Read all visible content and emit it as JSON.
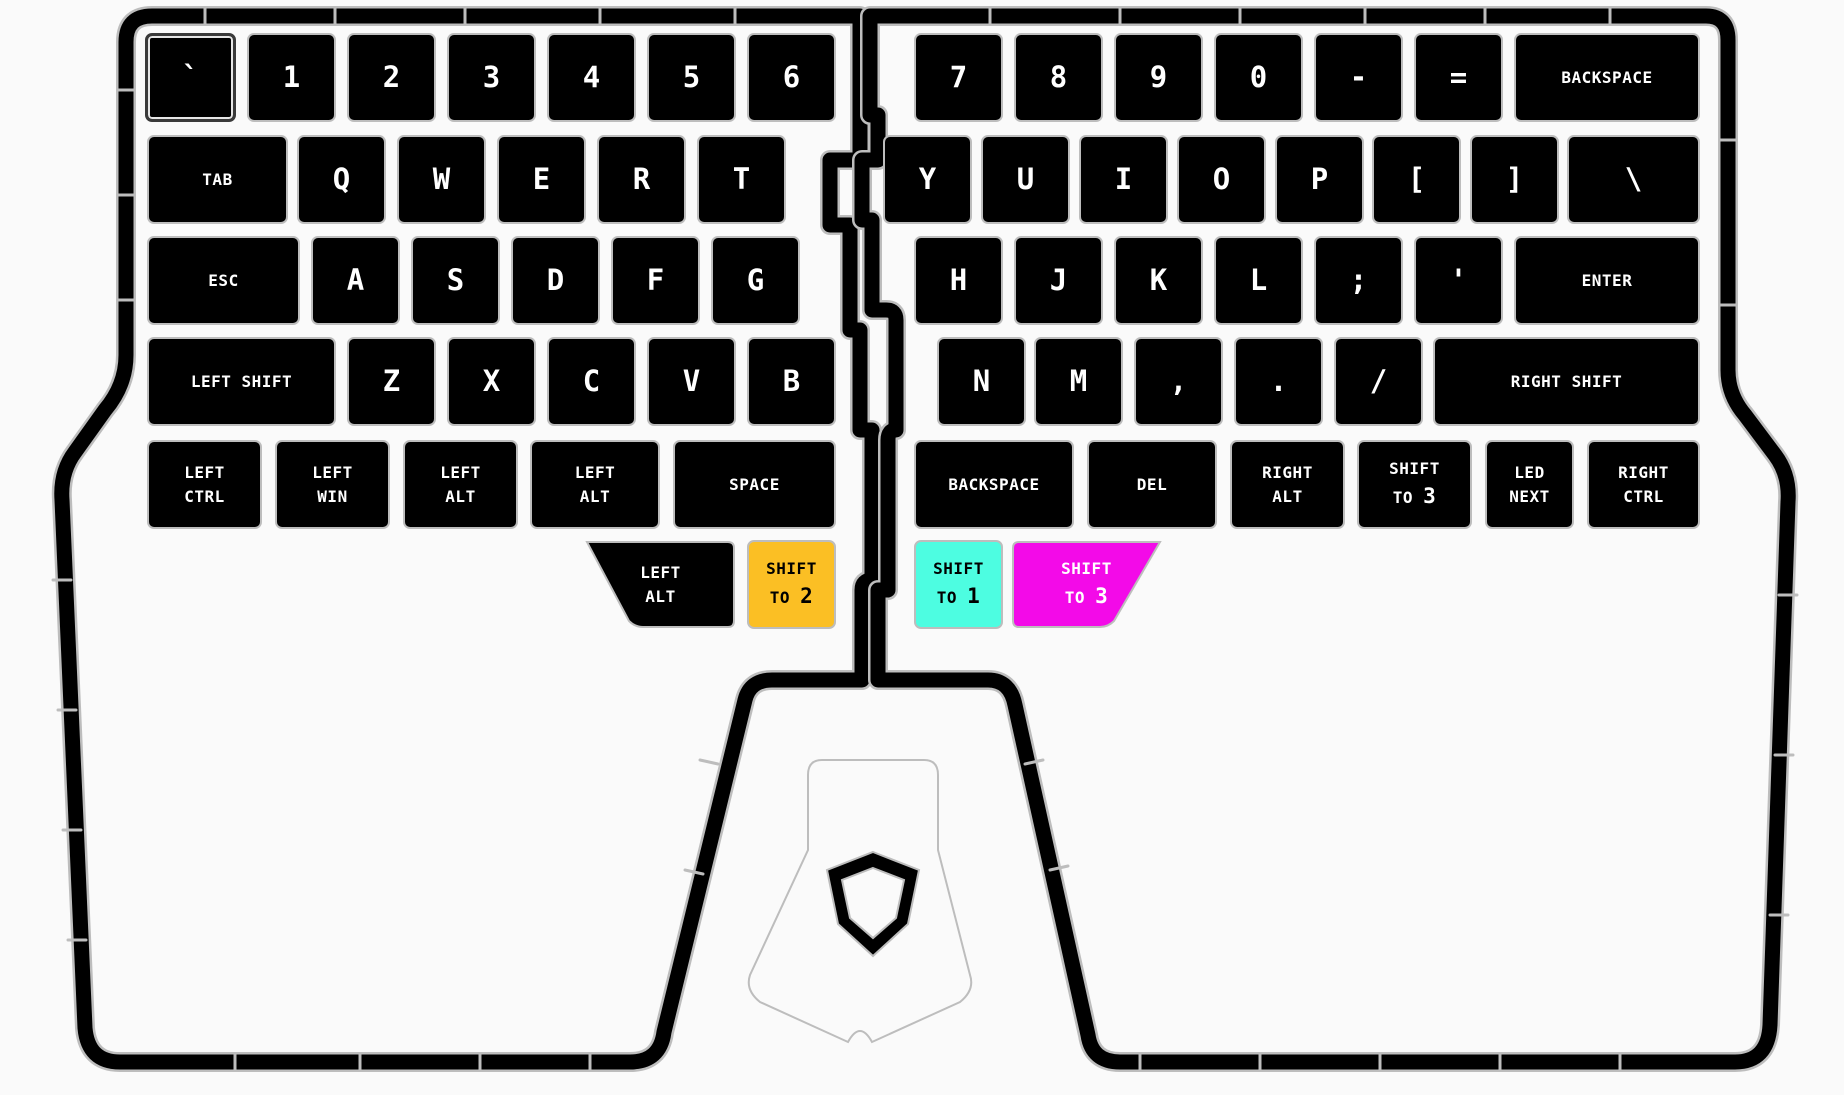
{
  "keyboard": {
    "keys": [
      {
        "id": "key-grave",
        "label": "`",
        "s": "big",
        "pressed": true
      },
      {
        "id": "key-1",
        "label": "1",
        "s": "big"
      },
      {
        "id": "key-2",
        "label": "2",
        "s": "big"
      },
      {
        "id": "key-3",
        "label": "3",
        "s": "big"
      },
      {
        "id": "key-4",
        "label": "4",
        "s": "big"
      },
      {
        "id": "key-5",
        "label": "5",
        "s": "big"
      },
      {
        "id": "key-6",
        "label": "6",
        "s": "big"
      },
      {
        "id": "key-7",
        "label": "7",
        "s": "big"
      },
      {
        "id": "key-8",
        "label": "8",
        "s": "big"
      },
      {
        "id": "key-9",
        "label": "9",
        "s": "big"
      },
      {
        "id": "key-0",
        "label": "0",
        "s": "big"
      },
      {
        "id": "key-minus",
        "label": "-",
        "s": "big"
      },
      {
        "id": "key-equals",
        "label": "=",
        "s": "big"
      },
      {
        "id": "key-backspace-right",
        "label": "BACKSPACE",
        "s": "small"
      },
      {
        "id": "key-tab",
        "label": "TAB",
        "s": "small"
      },
      {
        "id": "key-q",
        "label": "Q",
        "s": "big"
      },
      {
        "id": "key-w",
        "label": "W",
        "s": "big"
      },
      {
        "id": "key-e",
        "label": "E",
        "s": "big"
      },
      {
        "id": "key-r",
        "label": "R",
        "s": "big"
      },
      {
        "id": "key-t",
        "label": "T",
        "s": "big"
      },
      {
        "id": "key-y",
        "label": "Y",
        "s": "big"
      },
      {
        "id": "key-u",
        "label": "U",
        "s": "big"
      },
      {
        "id": "key-i",
        "label": "I",
        "s": "big"
      },
      {
        "id": "key-o",
        "label": "O",
        "s": "big"
      },
      {
        "id": "key-p",
        "label": "P",
        "s": "big"
      },
      {
        "id": "key-lbracket",
        "label": "[",
        "s": "big"
      },
      {
        "id": "key-rbracket",
        "label": "]",
        "s": "big"
      },
      {
        "id": "key-backslash",
        "label": "\\",
        "s": "big"
      },
      {
        "id": "key-esc",
        "label": "ESC",
        "s": "small"
      },
      {
        "id": "key-a",
        "label": "A",
        "s": "big"
      },
      {
        "id": "key-s",
        "label": "S",
        "s": "big"
      },
      {
        "id": "key-d",
        "label": "D",
        "s": "big"
      },
      {
        "id": "key-f",
        "label": "F",
        "s": "big"
      },
      {
        "id": "key-g",
        "label": "G",
        "s": "big"
      },
      {
        "id": "key-h",
        "label": "H",
        "s": "big"
      },
      {
        "id": "key-j",
        "label": "J",
        "s": "big"
      },
      {
        "id": "key-k",
        "label": "K",
        "s": "big"
      },
      {
        "id": "key-l",
        "label": "L",
        "s": "big"
      },
      {
        "id": "key-semicolon",
        "label": ";",
        "s": "big"
      },
      {
        "id": "key-quote",
        "label": "'",
        "s": "big"
      },
      {
        "id": "key-enter",
        "label": "ENTER",
        "s": "small"
      },
      {
        "id": "key-left-shift",
        "label": "LEFT SHIFT",
        "s": "small"
      },
      {
        "id": "key-z",
        "label": "Z",
        "s": "big"
      },
      {
        "id": "key-x",
        "label": "X",
        "s": "big"
      },
      {
        "id": "key-c",
        "label": "C",
        "s": "big"
      },
      {
        "id": "key-v",
        "label": "V",
        "s": "big"
      },
      {
        "id": "key-b",
        "label": "B",
        "s": "big"
      },
      {
        "id": "key-n",
        "label": "N",
        "s": "big"
      },
      {
        "id": "key-m",
        "label": "M",
        "s": "big"
      },
      {
        "id": "key-comma",
        "label": ",",
        "s": "big"
      },
      {
        "id": "key-period",
        "label": ".",
        "s": "big"
      },
      {
        "id": "key-slash",
        "label": "/",
        "s": "big"
      },
      {
        "id": "key-right-shift",
        "label": "RIGHT SHIFT",
        "s": "small"
      },
      {
        "id": "key-left-ctrl",
        "lines": [
          "LEFT",
          "CTRL"
        ],
        "s": "small"
      },
      {
        "id": "key-left-win",
        "lines": [
          "LEFT",
          "WIN"
        ],
        "s": "small"
      },
      {
        "id": "key-left-alt-1",
        "lines": [
          "LEFT",
          "ALT"
        ],
        "s": "small"
      },
      {
        "id": "key-left-alt-2",
        "lines": [
          "LEFT",
          "ALT"
        ],
        "s": "small"
      },
      {
        "id": "key-space",
        "label": "SPACE",
        "s": "small"
      },
      {
        "id": "key-backspace-thumb",
        "label": "BACKSPACE",
        "s": "small"
      },
      {
        "id": "key-del",
        "label": "DEL",
        "s": "small"
      },
      {
        "id": "key-right-alt",
        "lines": [
          "RIGHT",
          "ALT"
        ],
        "s": "small"
      },
      {
        "id": "key-shift-to-3-a",
        "lines": [
          "SHIFT",
          "TO 3"
        ],
        "s": "small"
      },
      {
        "id": "key-led-next",
        "lines": [
          "LED",
          "NEXT"
        ],
        "s": "small"
      },
      {
        "id": "key-right-ctrl",
        "lines": [
          "RIGHT",
          "CTRL"
        ],
        "s": "small"
      },
      {
        "id": "key-left-alt-thumb",
        "lines": [
          "LEFT",
          "ALT"
        ],
        "s": "small",
        "shape": "left"
      },
      {
        "id": "key-shift-to-2",
        "lines": [
          "SHIFT",
          "TO 2"
        ],
        "s": "small",
        "bg": "#fbbf24",
        "fg": "#000000"
      },
      {
        "id": "key-shift-to-1",
        "lines": [
          "SHIFT",
          "TO 1"
        ],
        "s": "small",
        "bg": "#4dfde1",
        "fg": "#000000"
      },
      {
        "id": "key-shift-to-3-b",
        "lines": [
          "SHIFT",
          "TO 3"
        ],
        "s": "small",
        "bg": "#f30ae8",
        "fg": "#ffffff",
        "shape": "right"
      }
    ]
  },
  "logo": {
    "icon": "shield-icon"
  },
  "colors": {
    "key": "#000000",
    "key_border": "#bdbdbd",
    "case": "#000000",
    "background": "#fafafa"
  }
}
